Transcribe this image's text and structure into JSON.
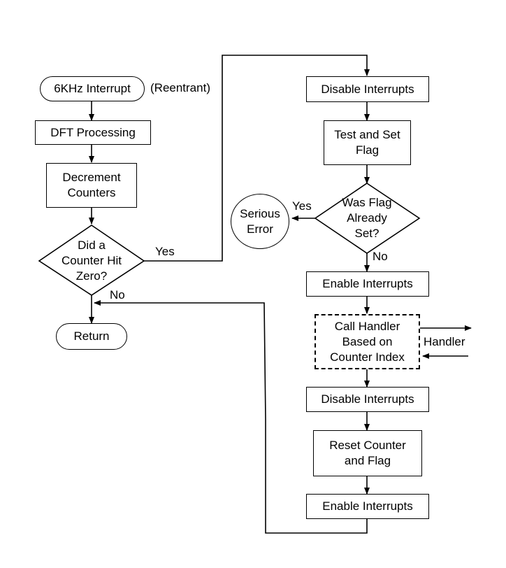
{
  "nodes": {
    "interrupt": "6KHz Interrupt",
    "reentrant": "(Reentrant)",
    "dft": "DFT Processing",
    "decrement": "Decrement Counters",
    "did_counter": "Did a Counter Hit Zero?",
    "return": "Return",
    "disable1": "Disable Interrupts",
    "test_set": "Test and Set Flag",
    "was_flag": "Was Flag Already Set?",
    "serious": "Serious Error",
    "enable1": "Enable Interrupts",
    "call_handler": "Call Handler Based on Counter Index",
    "disable2": "Disable Interrupts",
    "reset": "Reset Counter and Flag",
    "enable2": "Enable Interrupts"
  },
  "labels": {
    "yes_left": "Yes",
    "no_left": "No",
    "yes_right": "Yes",
    "no_right": "No",
    "handler": "Handler"
  }
}
